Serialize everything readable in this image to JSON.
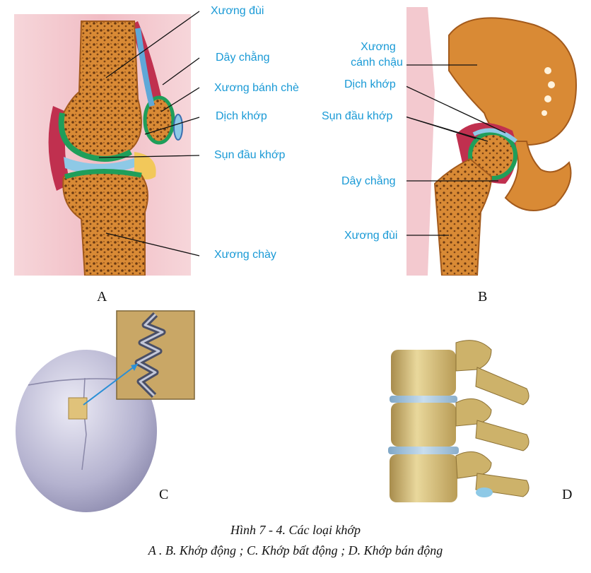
{
  "panelA": {
    "letter": "A",
    "labels": {
      "femur": "Xương đùi",
      "ligament": "Dây chằng",
      "patella": "Xương bánh chè",
      "synovial": "Dịch khớp",
      "cartilage": "Sụn đầu khớp",
      "tibia": "Xương chày"
    }
  },
  "panelB": {
    "letter": "B",
    "labels": {
      "ilium_line1": "Xương",
      "ilium_line2": "cánh chậu",
      "synovial": "Dịch khớp",
      "cartilage": "Sụn đầu khớp",
      "ligament": "Dây chằng",
      "femur": "Xương đùi"
    }
  },
  "panelC": {
    "letter": "C"
  },
  "panelD": {
    "letter": "D"
  },
  "caption": {
    "line1": "Hình 7 - 4. Các loại khớp",
    "line2": "A . B. Khớp động ; C. Khớp bất động ; D. Khớp bán động"
  },
  "colors": {
    "label_blue": "#1a9ad6",
    "bone": "#d88a3a",
    "cartilage": "#1f9e5a",
    "synovial": "#8ec9e6",
    "skin": "#f3c9cf"
  }
}
